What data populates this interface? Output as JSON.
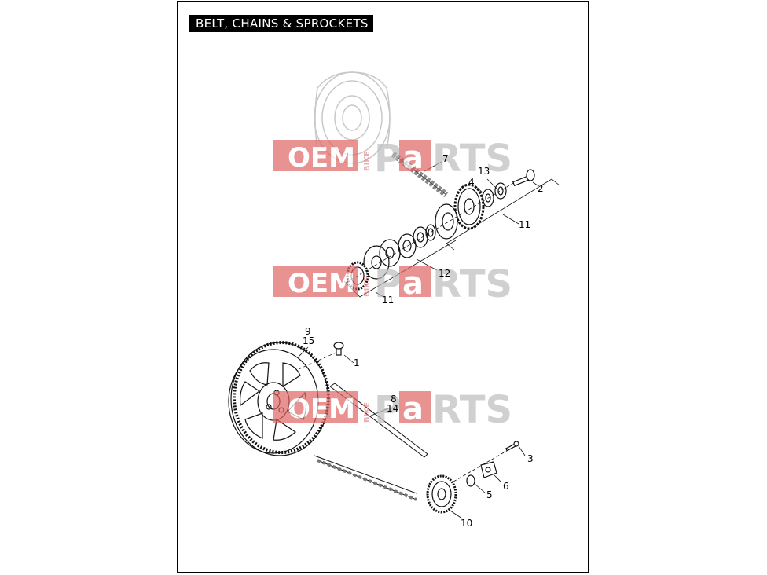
{
  "title": "BELT, CHAINS & SPROCKETS",
  "callouts": [
    "1",
    "2",
    "3",
    "4",
    "5",
    "6",
    "7",
    "8",
    "9",
    "10",
    "11",
    "11",
    "12",
    "13",
    "14",
    "15"
  ],
  "watermark": {
    "oem": "OEM",
    "bike": "BIKE",
    "p": "P",
    "a": "a",
    "rts": "RTS",
    "colors": {
      "red": "#e06464",
      "gray": "#bdbdbd"
    }
  }
}
